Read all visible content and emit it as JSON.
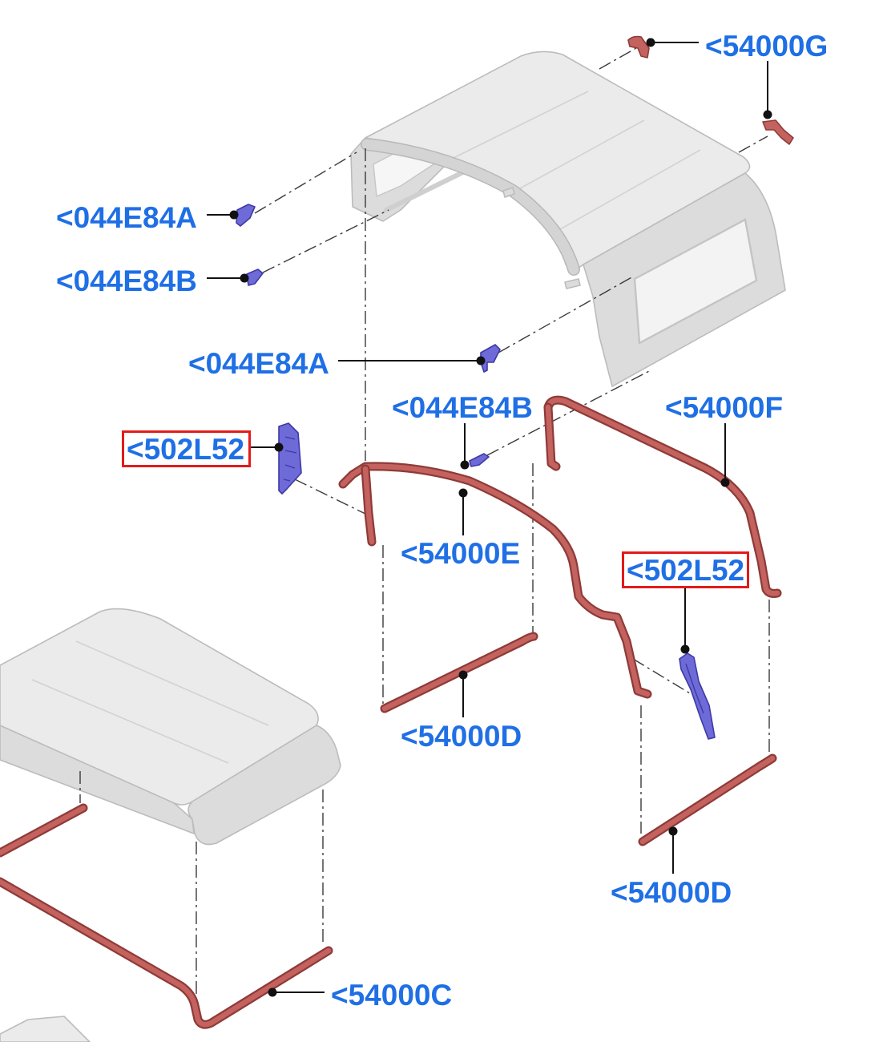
{
  "diagram": {
    "colors": {
      "label": "#1f6fe5",
      "highlight_box": "#e31b1b",
      "seal": "#c3625e",
      "seal_edge": "#8e3b38",
      "clip": "#6e6ad8",
      "clip_edge": "#3d3aa6",
      "panel": "#ebebeb",
      "panel_shade": "#dcdcdc"
    },
    "callouts": [
      {
        "text": "<54000G",
        "highlighted": false
      },
      {
        "text": "<044E84A",
        "highlighted": false
      },
      {
        "text": "<044E84B",
        "highlighted": false
      },
      {
        "text": "<044E84A",
        "highlighted": false
      },
      {
        "text": "<044E84B",
        "highlighted": false
      },
      {
        "text": "<54000F",
        "highlighted": false
      },
      {
        "text": "<502L52",
        "highlighted": true
      },
      {
        "text": "<54000E",
        "highlighted": false
      },
      {
        "text": "<502L52",
        "highlighted": true
      },
      {
        "text": "<54000D",
        "highlighted": false
      },
      {
        "text": "<54000D",
        "highlighted": false
      },
      {
        "text": "<54000C",
        "highlighted": false
      }
    ]
  }
}
